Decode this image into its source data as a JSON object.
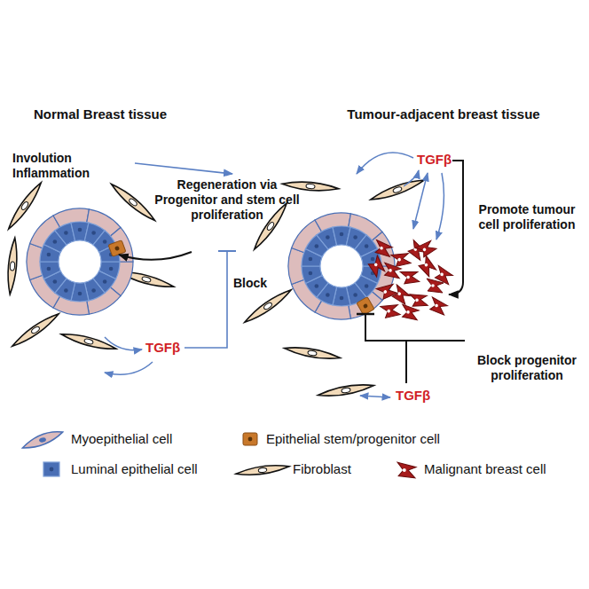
{
  "diagram": {
    "labels": [
      "Normal Breast tissue",
      "Tumour-adjacent breast tissue",
      "Involution Inflammation",
      "Regeneration via Progenitor and stem cell proliferation",
      "Block",
      "TGFβ",
      "TGFβ",
      "Promote tumour cell proliferation",
      "Block progenitor proliferation",
      "TGFβ"
    ],
    "legend": [
      {
        "text": "Myoepithelial cell"
      },
      {
        "text": "Epithelial stem/progenitor cell"
      },
      {
        "text": "Luminal epithelial cell"
      },
      {
        "text": "Fibroblast"
      },
      {
        "text": "Malignant breast cell"
      }
    ]
  }
}
